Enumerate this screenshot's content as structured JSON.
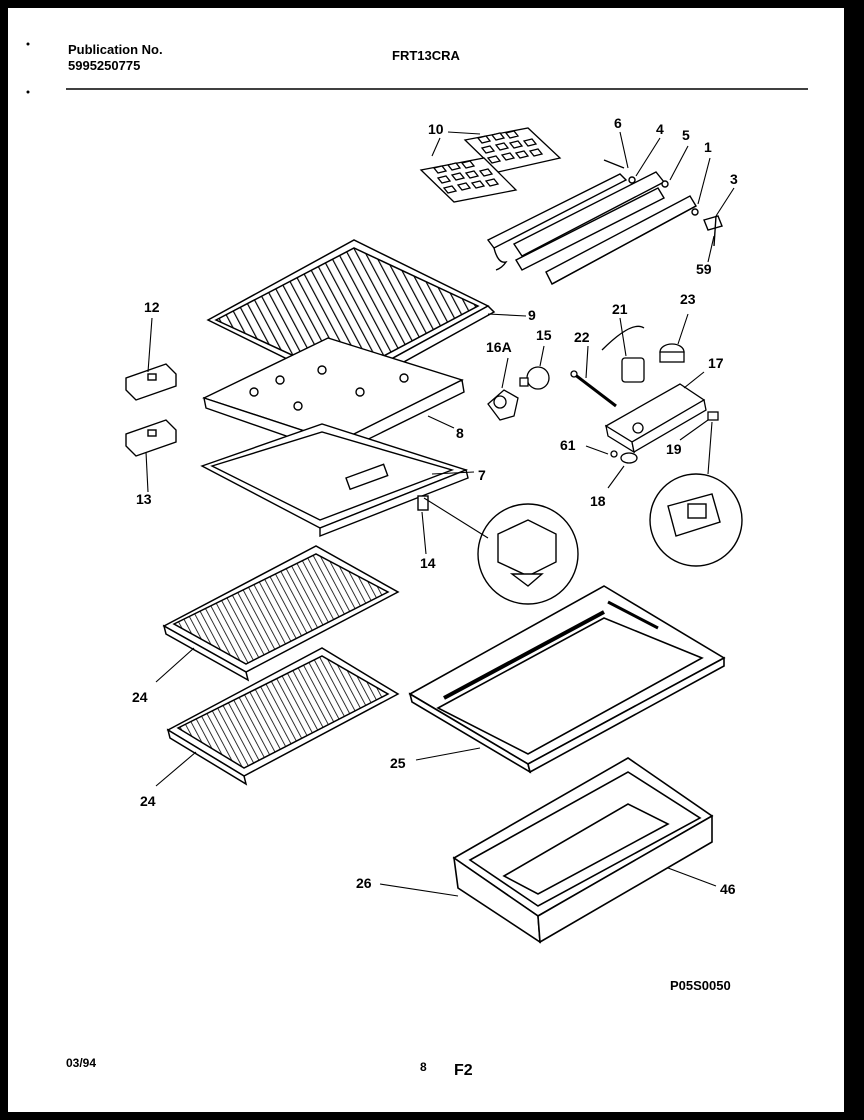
{
  "header": {
    "publication_label": "Publication No.",
    "publication_number": "5995250775",
    "model": "FRT13CRA"
  },
  "footer": {
    "date": "03/94",
    "page": "8",
    "section": "F2",
    "drawing_code": "P05S0050"
  },
  "callouts": {
    "p1": "1",
    "p3": "3",
    "p4": "4",
    "p5": "5",
    "p6": "6",
    "p7": "7",
    "p8": "8",
    "p9": "9",
    "p10": "10",
    "p12": "12",
    "p13": "13",
    "p14": "14",
    "p15": "15",
    "p16a": "16A",
    "p17": "17",
    "p18": "18",
    "p19": "19",
    "p21": "21",
    "p22": "22",
    "p23": "23",
    "p24a": "24",
    "p24b": "24",
    "p25": "25",
    "p26": "26",
    "p46": "46",
    "p59": "59",
    "p61": "61"
  }
}
